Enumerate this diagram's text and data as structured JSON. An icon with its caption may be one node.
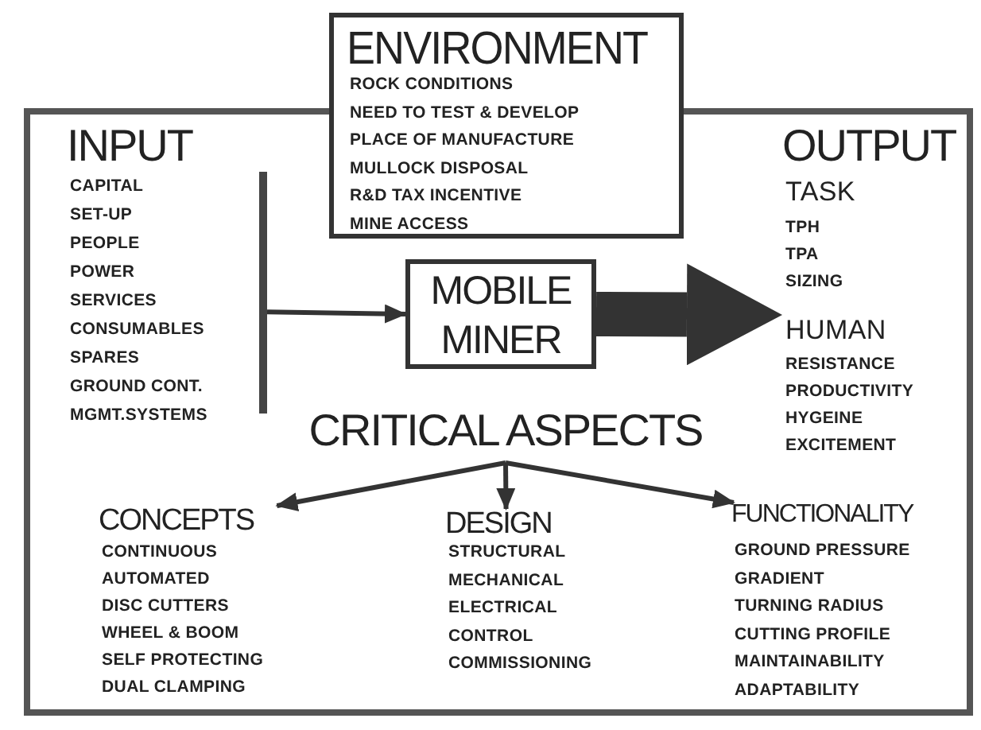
{
  "diagram": {
    "nodes": [
      {
        "text": [],
        "shape": "box"
      },
      {
        "text": [
          "ENVIRONMENT",
          "ROCK CONDITIONS",
          "NEED TO TEST & DEVELOP",
          "PLACE OF MANUFACTURE",
          "MULLOCK DISPOSAL",
          "R&D TAX INCENTIVE",
          "MINE ACCESS"
        ]
      },
      {
        "text": [],
        "shape": "bar",
        "in": 0
      },
      {
        "text": [
          "MOBILE MINER"
        ],
        "in": 0
      },
      {
        "text": [
          "OUTPUT",
          "TASK",
          "TPH",
          "TPA",
          "SIZING",
          "HUMAN",
          "RESISTANCE",
          "PRODUCTIVITY",
          "HYGEINE",
          "EXCITEMENT"
        ],
        "in": 0
      },
      {
        "text": [
          "CRITICAL ASPECTS"
        ],
        "in": 0
      },
      {
        "text": [
          "CONCEPTS",
          "CONTINUOUS",
          "AUTOMATED",
          "DISC CUTTERS",
          "WHEEL & BOOM",
          "SELF PROTECTING",
          "DUAL CLAMPING"
        ],
        "in": 0
      },
      {
        "text": [
          "DESIGN",
          "STRUCTURAL",
          "MECHANICAL",
          "ELECTRICAL",
          "CONTROL",
          "COMMISSIONING"
        ],
        "in": 0
      },
      {
        "text": [
          "FUNCTIONALITY",
          "GROUND PRESSURE",
          "GRADIENT",
          "TURNING RADIUS",
          "CUTTING PROFILE",
          "MAINTAINABILITY",
          "ADAPTABILITY"
        ],
        "in": 0
      }
    ],
    "edges": [
      {
        "from": 2,
        "to": 3,
        "arrow": "to"
      },
      {
        "from": 3,
        "to": 4,
        "arrow": "to",
        "style": "thick"
      },
      {
        "from": 5,
        "to": 6,
        "arrow": "to"
      },
      {
        "from": 5,
        "to": 7,
        "arrow": "to"
      },
      {
        "from": 5,
        "to": 8,
        "arrow": "to"
      }
    ],
    "labels": [
      "INPUT",
      "CAPITAL",
      "SET-UP",
      "PEOPLE",
      "POWER",
      "SERVICES",
      "CONSUMABLES",
      "SPARES",
      "GROUND CONT.",
      "MGMT.SYSTEMS"
    ]
  }
}
